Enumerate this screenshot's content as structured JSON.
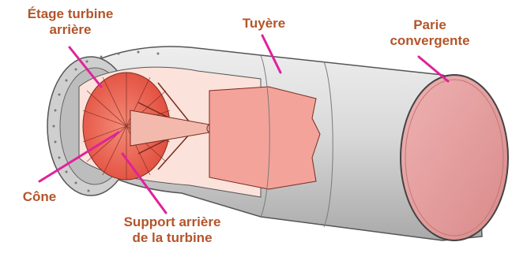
{
  "labels": {
    "etage_line1": "Étage turbine",
    "etage_line2": "arrière",
    "tuyere": "Tuyère",
    "parie_line1": "Parie",
    "parie_line2": "convergente",
    "cone": "Cône",
    "support_line1": "Support arrière",
    "support_line2": "de la turbine"
  },
  "colors": {
    "label_text": "#b3552a",
    "leader_line": "#e0229a",
    "casing": "#d6d6d6",
    "turbine": "#f26a5a",
    "nozzle_inner": "#e49a9a"
  }
}
